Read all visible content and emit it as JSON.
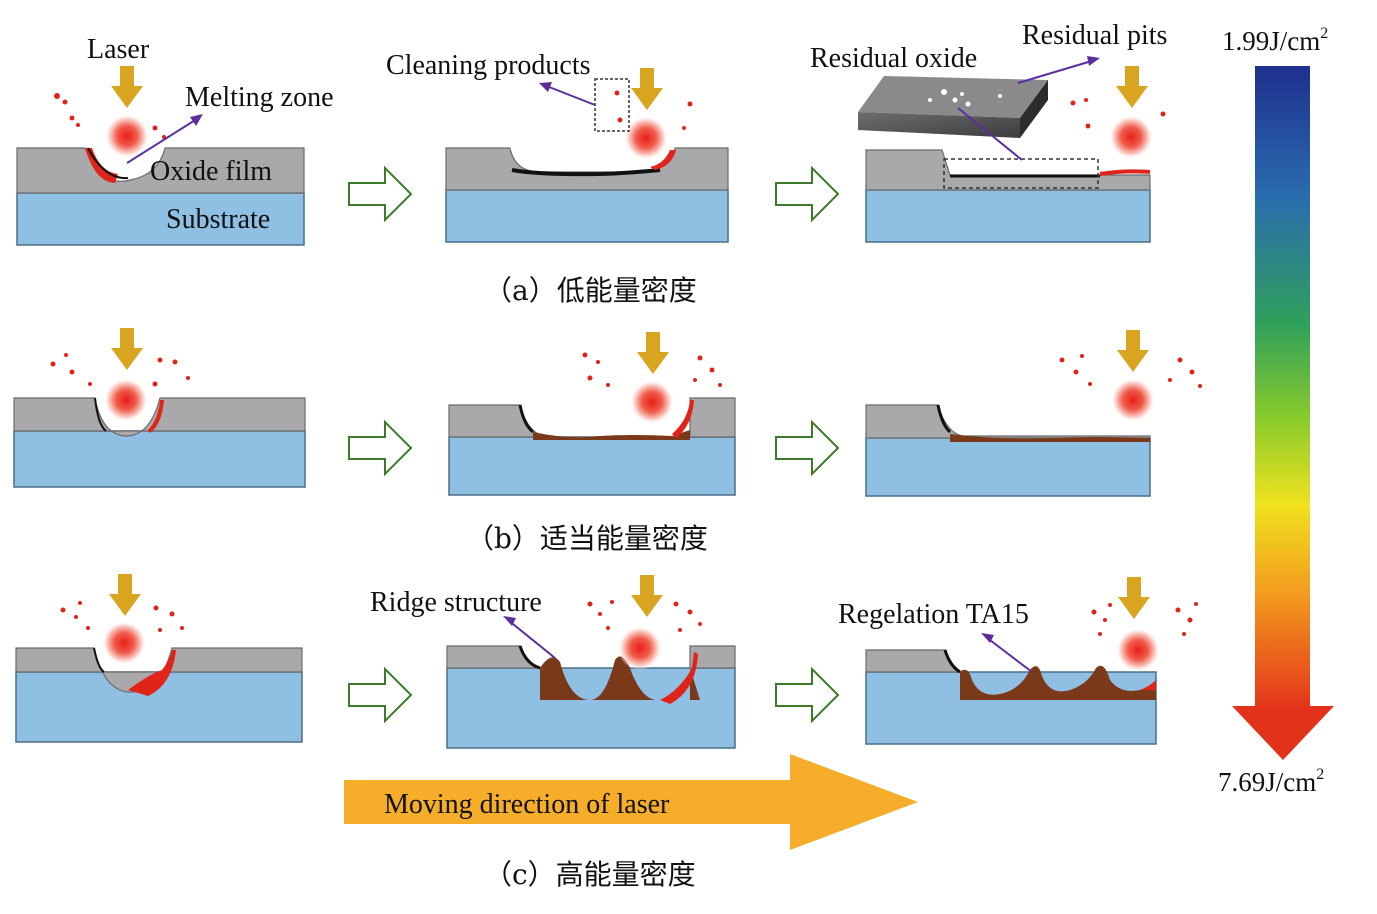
{
  "labels": {
    "laser": "Laser",
    "melting_zone": "Melting zone",
    "oxide_film": "Oxide film",
    "substrate": "Substrate",
    "cleaning_products": "Cleaning products",
    "residual_oxide": "Residual oxide",
    "residual_pits": "Residual pits",
    "ridge_structure": "Ridge structure",
    "regelation": "Regelation TA15",
    "moving_direction": "Moving direction of laser"
  },
  "captions": {
    "a": "（a）低能量密度",
    "b": "（b）适当能量密度",
    "c": "（c）高能量密度"
  },
  "scale": {
    "top": "1.99J/cm",
    "top_sup": "2",
    "bottom": "7.69J/cm",
    "bottom_sup": "2"
  },
  "colors": {
    "oxide": "#a9a9ab",
    "substrate": "#8fc0e3",
    "melt": "#e0241a",
    "regelation": "#7a3a1a",
    "laser_arrow": "#d9a520",
    "step_arrow": "#3d7a2a",
    "move_arrow": "#f5ad2a",
    "pointer": "#5b2d9e"
  }
}
